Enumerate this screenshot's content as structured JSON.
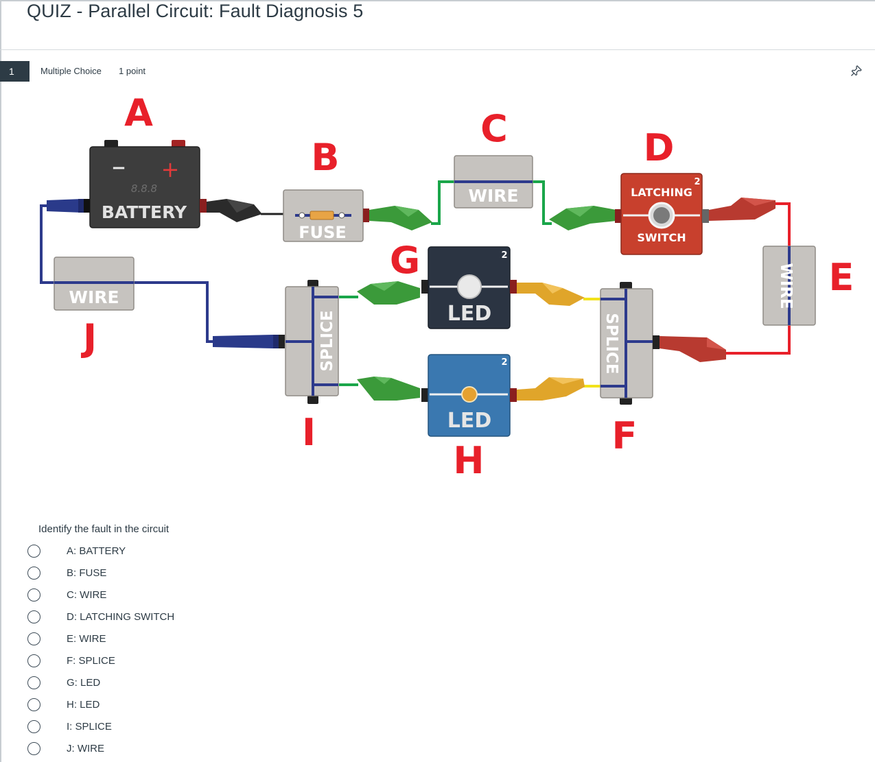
{
  "quiz": {
    "title": "QUIZ - Parallel Circuit: Fault Diagnosis 5"
  },
  "question": {
    "number": "1",
    "type": "Multiple Choice",
    "points": "1 point",
    "prompt": "Identify the fault in the circuit",
    "options": [
      {
        "label": "A: BATTERY"
      },
      {
        "label": "B: FUSE"
      },
      {
        "label": "C: WIRE"
      },
      {
        "label": "D: LATCHING SWITCH"
      },
      {
        "label": "E: WIRE"
      },
      {
        "label": "F: SPLICE"
      },
      {
        "label": "G: LED"
      },
      {
        "label": "H: LED"
      },
      {
        "label": "I: SPLICE"
      },
      {
        "label": "J: WIRE"
      }
    ]
  },
  "diagram": {
    "letters": {
      "a": "A",
      "b": "B",
      "c": "C",
      "d": "D",
      "e": "E",
      "f": "F",
      "g": "G",
      "h": "H",
      "i": "I",
      "j": "J"
    },
    "components": {
      "battery_label": "BATTERY",
      "battery_minus": "−",
      "battery_plus": "+",
      "battery_display": "8.8.8",
      "fuse_label": "FUSE",
      "wire_c_label": "WIRE",
      "wire_j_label": "WIRE",
      "wire_e_label": "WIRE",
      "switch_label_top": "LATCHING",
      "switch_label_bottom": "SWITCH",
      "switch_badge": "2",
      "led_g_label": "LED",
      "led_g_badge": "2",
      "led_h_label": "LED",
      "led_h_badge": "2",
      "splice_i_label": "SPLICE",
      "splice_f_label": "SPLICE"
    },
    "colors": {
      "letter_red": "#e8202a",
      "battery": "#3a3a3a",
      "fuse": "#c6c3bf",
      "wire_box": "#c6c3bf",
      "switch": "#c8402d",
      "led_g": "#2b3442",
      "led_h": "#3a78b0",
      "wire_blue": "#2d3a8c",
      "wire_green": "#1aa64a",
      "wire_red": "#e8202a",
      "wire_yellow": "#f2e21b",
      "clip_green": "#3b9a3a",
      "clip_red": "#b83a30",
      "clip_yellow": "#e0a52a"
    }
  }
}
